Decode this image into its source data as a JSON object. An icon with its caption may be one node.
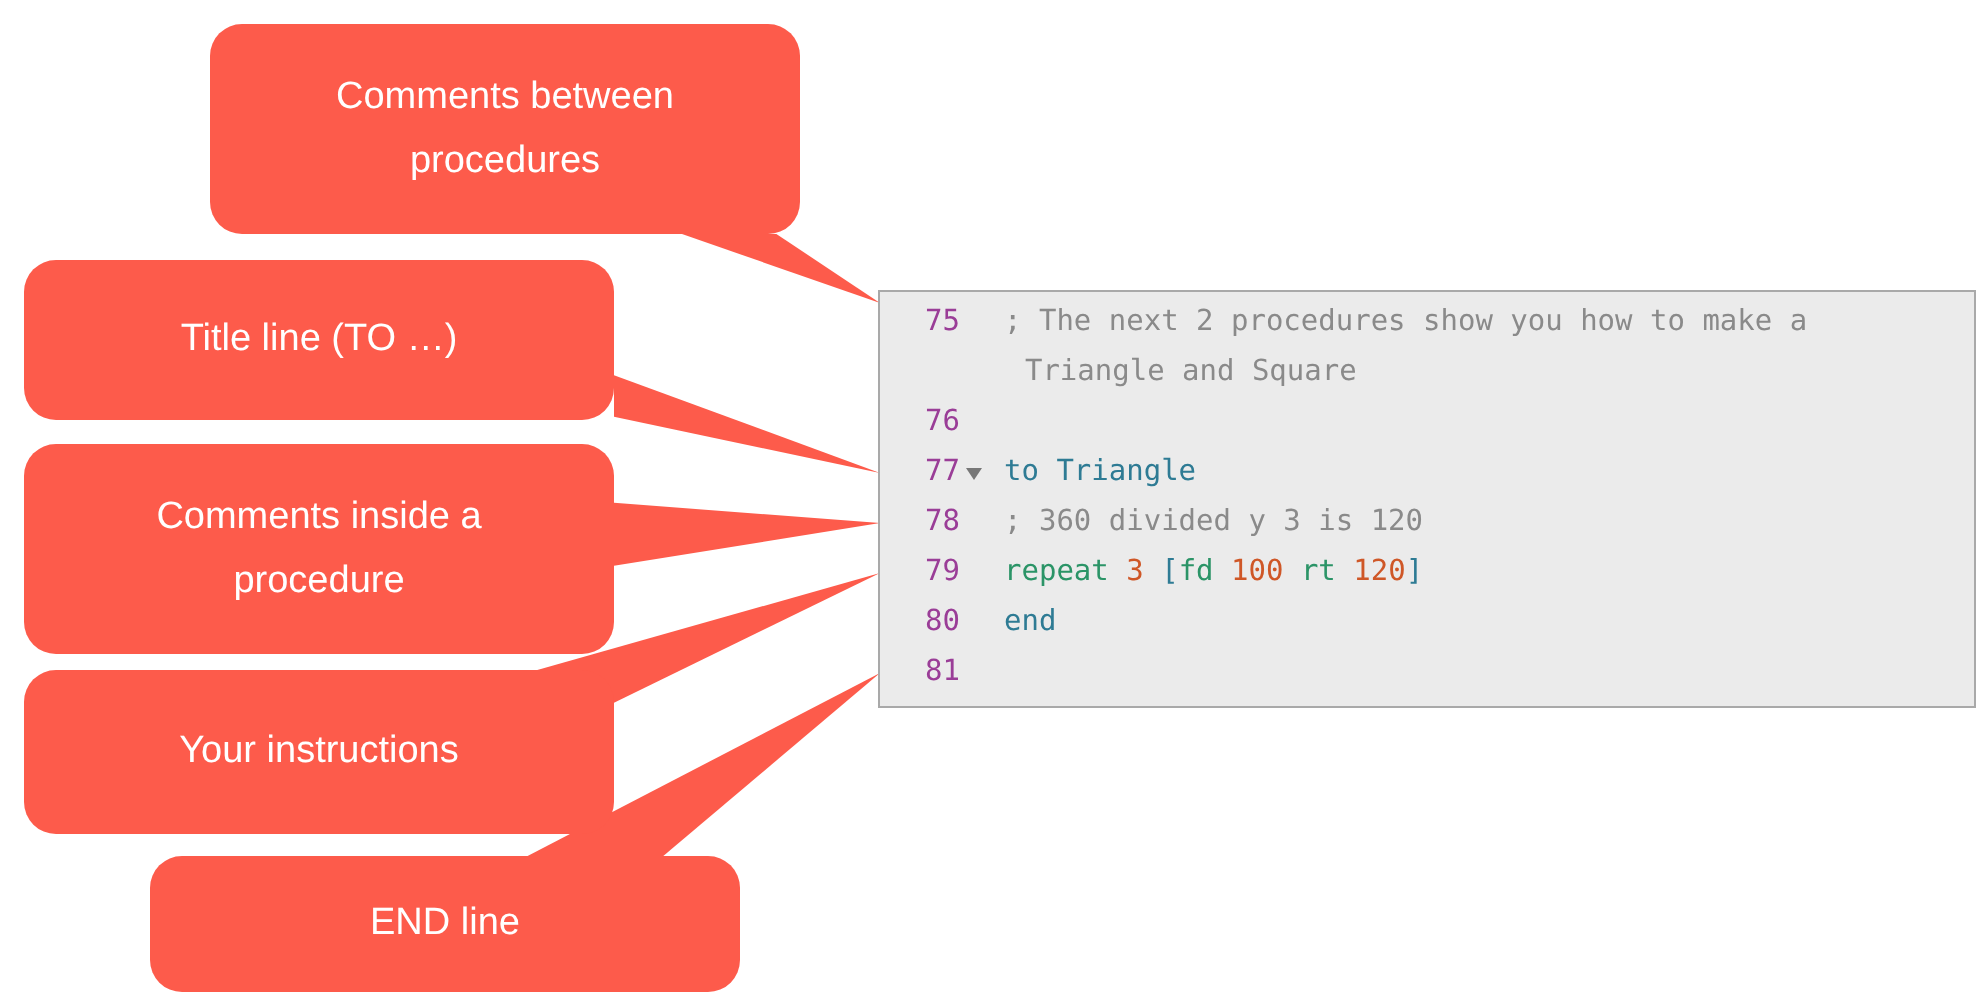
{
  "diagram": {
    "nodes": [
      {
        "text": [
          "Comments between procedures"
        ]
      },
      {
        "text": [
          "Title line (TO …)"
        ]
      },
      {
        "text": [
          "Comments inside a procedure"
        ]
      },
      {
        "text": [
          "Your instructions"
        ]
      },
      {
        "text": [
          "END line"
        ]
      },
      {
        "text": [],
        "shape": "box"
      },
      {
        "text": [
          "75",
          "; The next 2 procedures show you how to make a Triangle and Square"
        ],
        "in": 5
      },
      {
        "text": [
          "76"
        ],
        "in": 5
      },
      {
        "text": [
          "77",
          "to Triangle"
        ],
        "in": 5
      },
      {
        "text": [
          "78",
          "; 360 divided y 3 is 120"
        ],
        "in": 5
      },
      {
        "text": [
          "79",
          "repeat 3 [fd 100 rt 120]"
        ],
        "in": 5
      },
      {
        "text": [
          "80",
          "end"
        ],
        "in": 5
      },
      {
        "text": [
          "81"
        ],
        "in": 5
      }
    ],
    "edges": [
      {
        "from": 0,
        "to": 6,
        "arrow": "none"
      },
      {
        "from": 1,
        "to": 8,
        "arrow": "none"
      },
      {
        "from": 2,
        "to": 9,
        "arrow": "none"
      },
      {
        "from": 3,
        "to": 10,
        "arrow": "none"
      },
      {
        "from": 4,
        "to": 12,
        "arrow": "none"
      }
    ]
  }
}
